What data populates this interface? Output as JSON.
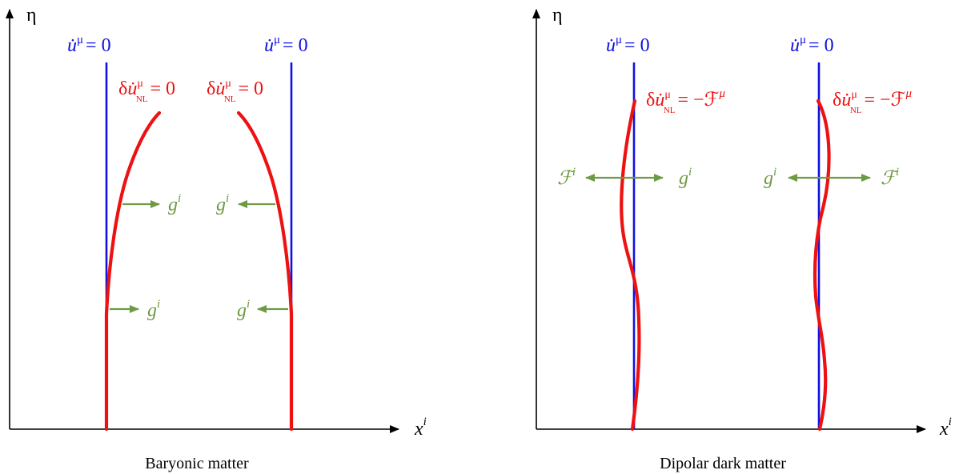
{
  "axes": {
    "vertical": "η",
    "horizontal_base": "x",
    "horizontal_sup": "i"
  },
  "panels": [
    {
      "caption": "Baryonic matter",
      "geodesic_condition": {
        "dot_u": "u̇",
        "sup": "μ",
        "rhs": "= 0"
      },
      "perturbation_condition": {
        "delta": "δ",
        "dot_u": "u̇",
        "sup": "μ",
        "sub": "NL",
        "rhs": "= 0"
      },
      "force_label": {
        "base": "g",
        "sup": "i"
      }
    },
    {
      "caption": "Dipolar dark matter",
      "geodesic_condition": {
        "dot_u": "u̇",
        "sup": "μ",
        "rhs": "= 0"
      },
      "perturbation_condition": {
        "delta": "δ",
        "dot_u": "u̇",
        "sup": "μ",
        "sub": "NL",
        "rhs": "= −ℱ",
        "rhs_sup": "μ"
      },
      "force_label": {
        "base": "g",
        "sup": "i"
      },
      "internal_force_label": {
        "base": "ℱ",
        "sup": "i"
      }
    }
  ],
  "colors": {
    "geodesic": "#1010e0",
    "perturbed": "#ee1111",
    "force": "#6e9a44",
    "axis": "#000000"
  }
}
